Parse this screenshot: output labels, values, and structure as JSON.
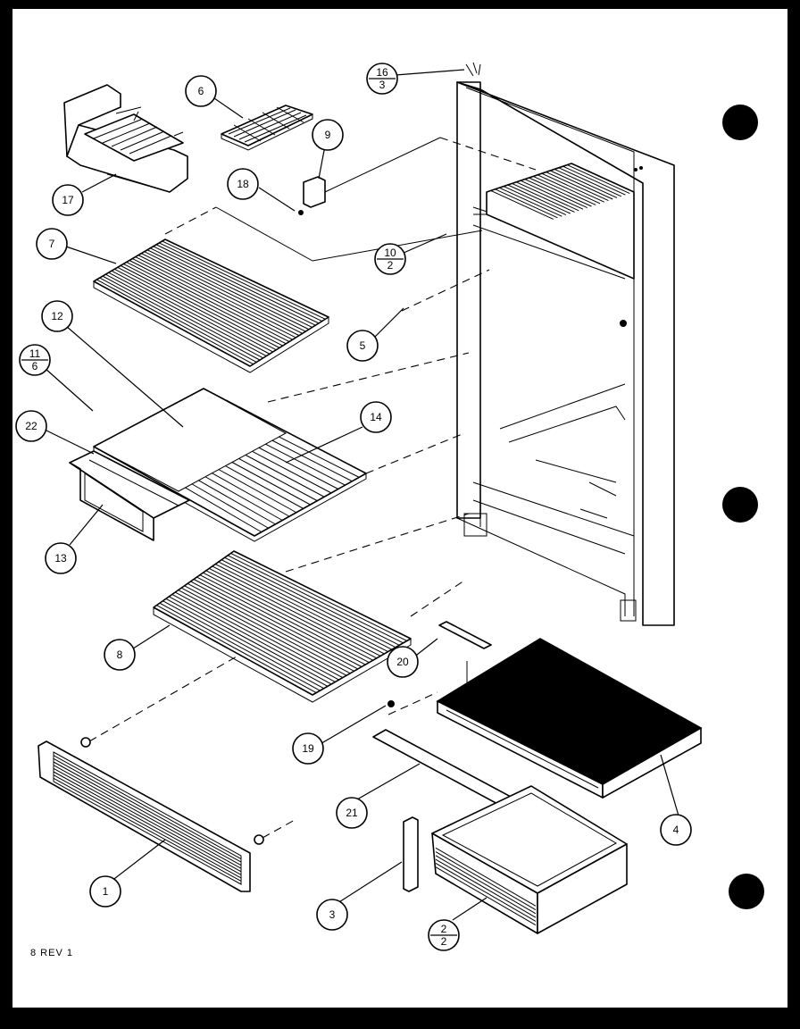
{
  "diagram": {
    "callouts": [
      {
        "id": "c6",
        "label": "6"
      },
      {
        "id": "c9",
        "label": "9"
      },
      {
        "id": "c17",
        "label": "17"
      },
      {
        "id": "c18",
        "label": "18"
      },
      {
        "id": "c7",
        "label": "7"
      },
      {
        "id": "c12",
        "label": "12"
      },
      {
        "id": "c22",
        "label": "22"
      },
      {
        "id": "c14",
        "label": "14"
      },
      {
        "id": "c13",
        "label": "13"
      },
      {
        "id": "c5",
        "label": "5"
      },
      {
        "id": "c8",
        "label": "8"
      },
      {
        "id": "c20",
        "label": "20"
      },
      {
        "id": "c19",
        "label": "19"
      },
      {
        "id": "c21",
        "label": "21"
      },
      {
        "id": "c4",
        "label": "4"
      },
      {
        "id": "c1",
        "label": "1"
      },
      {
        "id": "c3",
        "label": "3"
      }
    ],
    "fraction_callouts": [
      {
        "id": "f16",
        "numerator": "16",
        "denominator": "3"
      },
      {
        "id": "f10",
        "numerator": "10",
        "denominator": "2"
      },
      {
        "id": "f11",
        "numerator": "11",
        "denominator": "6"
      },
      {
        "id": "f2",
        "numerator": "2",
        "denominator": "2"
      }
    ],
    "revision_note": "8 REV 1"
  }
}
